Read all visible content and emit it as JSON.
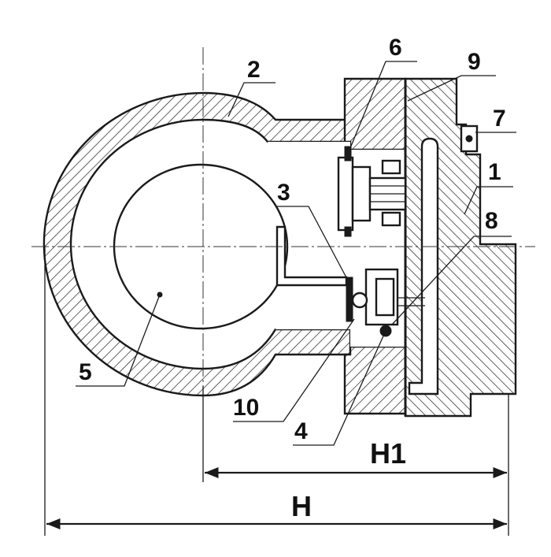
{
  "part_numbers": [
    "1",
    "2",
    "3",
    "4",
    "5",
    "6",
    "7",
    "8",
    "9",
    "10"
  ],
  "dimensions": {
    "overall": "H",
    "partial": "H1"
  }
}
